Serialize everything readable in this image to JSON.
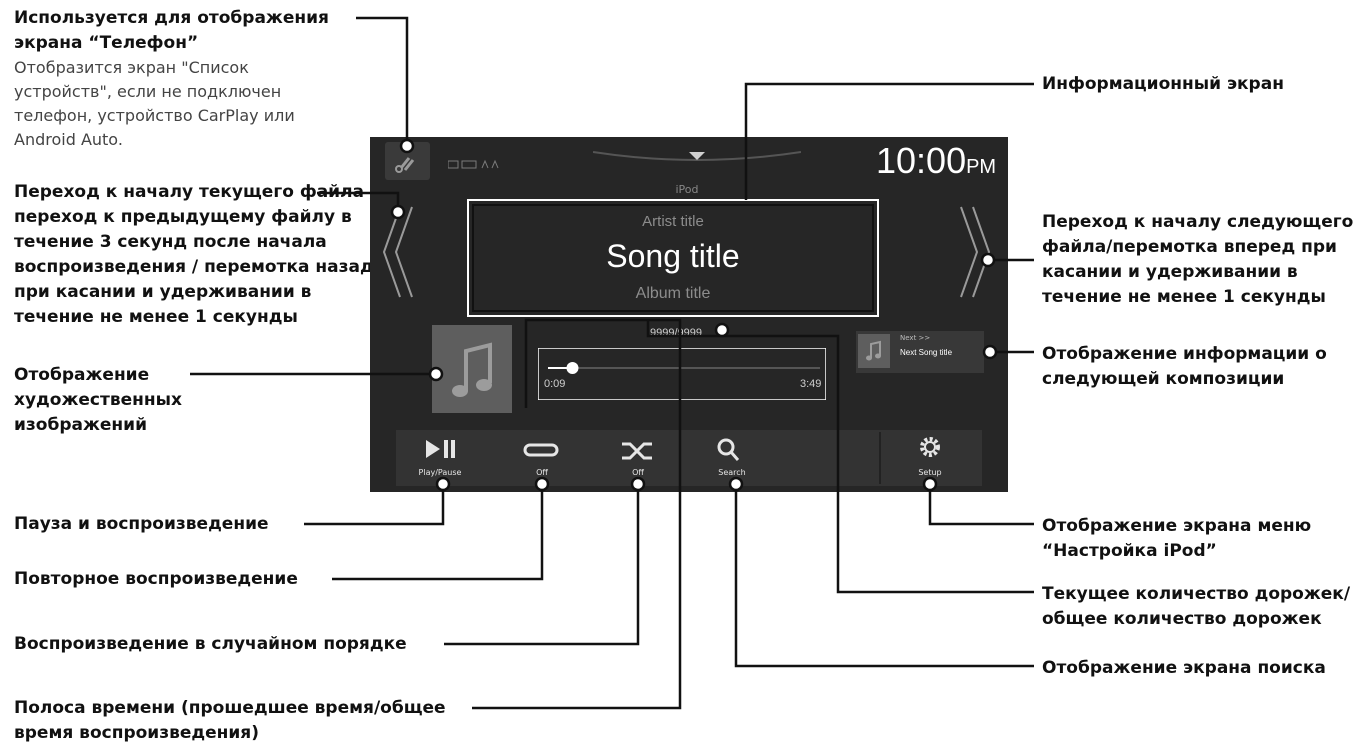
{
  "device": {
    "clock_time": "10:00",
    "clock_ampm": "PM",
    "source": "iPod",
    "artist": "Artist title",
    "song": "Song title",
    "album": "Album title",
    "track_counter": "9999/9999",
    "elapsed": "0:09",
    "total": "3:49",
    "progress_fraction": 0.09,
    "next_label": "Next >>",
    "next_song": "Next Song title",
    "buttons": [
      {
        "name": "play-pause",
        "label": "Play/Pause"
      },
      {
        "name": "repeat",
        "label": "Off"
      },
      {
        "name": "shuffle",
        "label": "Off"
      },
      {
        "name": "search",
        "label": "Search"
      },
      {
        "name": "setup",
        "label": "Setup"
      }
    ]
  },
  "annotations": {
    "phone_title": "Используется для отображения экрана “Телефон”",
    "phone_desc": "Отобразится экран \"Список устройств\", если не подключен телефон, устройство CarPlay или Android Auto.",
    "prev": "Переход к началу текущего файла / переход к предыдущему файлу в течение 3 секунд после начала воспроизведения / перемотка назад при касании и удерживании в течение не менее 1 секунды",
    "artwork": "Отображение художественных изображений",
    "pause_play": "Пауза и воспроизведение",
    "repeat": "Повторное воспроизведение",
    "shuffle": "Воспроизведение в случайном порядке",
    "timebar": "Полоса времени (прошедшее время/общее время воспроизведения)",
    "info_screen": "Информационный экран",
    "next": "Переход к началу следующего файла/перемотка вперед при касании и удерживании в течение не менее 1 секунды",
    "next_info": "Отображение информации о следующей композиции",
    "setup": "Отображение экрана меню “Настройка iPod”",
    "track_count": "Текущее количество дорожек/ общее количество дорожек",
    "search": "Отображение экрана поиска"
  },
  "colors": {
    "screen_bg": "#262626",
    "accent": "#ffffff",
    "callout_line": "#111111"
  }
}
